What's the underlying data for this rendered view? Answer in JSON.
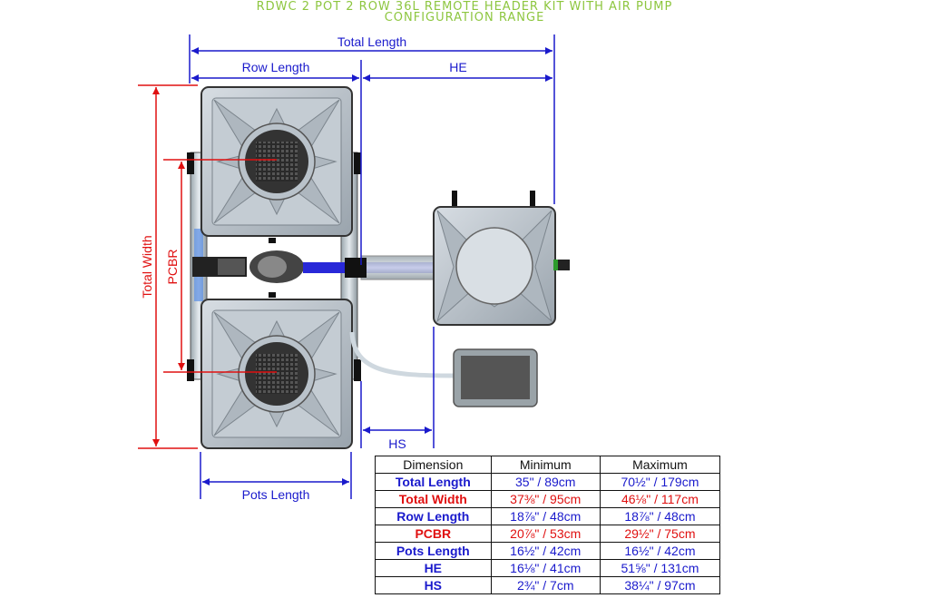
{
  "title": {
    "line1": "RDWC 2 POT 2 ROW 36L REMOTE HEADER KIT WITH AIR PUMP",
    "line2": "CONFIGURATION RANGE"
  },
  "labels": {
    "total_length": "Total Length",
    "row_length": "Row Length",
    "he": "HE",
    "total_width": "Total Width",
    "pcbr": "PCBR",
    "hs": "HS",
    "pots_length": "Pots Length"
  },
  "colors": {
    "blue_dim": "#1a1acc",
    "red_dim": "#e01010",
    "title_green": "#8dc63f"
  },
  "table": {
    "headers": [
      "Dimension",
      "Minimum",
      "Maximum"
    ],
    "rows": [
      {
        "name": "Total Length",
        "min": "35\" / 89cm",
        "max": "70½\" / 179cm",
        "color": "blue"
      },
      {
        "name": "Total Width",
        "min": "37⅜\" / 95cm",
        "max": "46⅛\" / 117cm",
        "color": "red"
      },
      {
        "name": "Row Length",
        "min": "18⅞\" / 48cm",
        "max": "18⅞\" / 48cm",
        "color": "blue"
      },
      {
        "name": "PCBR",
        "min": "20⅞\" / 53cm",
        "max": "29½\" / 75cm",
        "color": "red"
      },
      {
        "name": "Pots Length",
        "min": "16½\" / 42cm",
        "max": "16½\" / 42cm",
        "color": "blue"
      },
      {
        "name": "HE",
        "min": "16⅛\" / 41cm",
        "max": "51⅝\" / 131cm",
        "color": "blue"
      },
      {
        "name": "HS",
        "min": "2¾\" / 7cm",
        "max": "38¼\" / 97cm",
        "color": "blue"
      }
    ]
  }
}
